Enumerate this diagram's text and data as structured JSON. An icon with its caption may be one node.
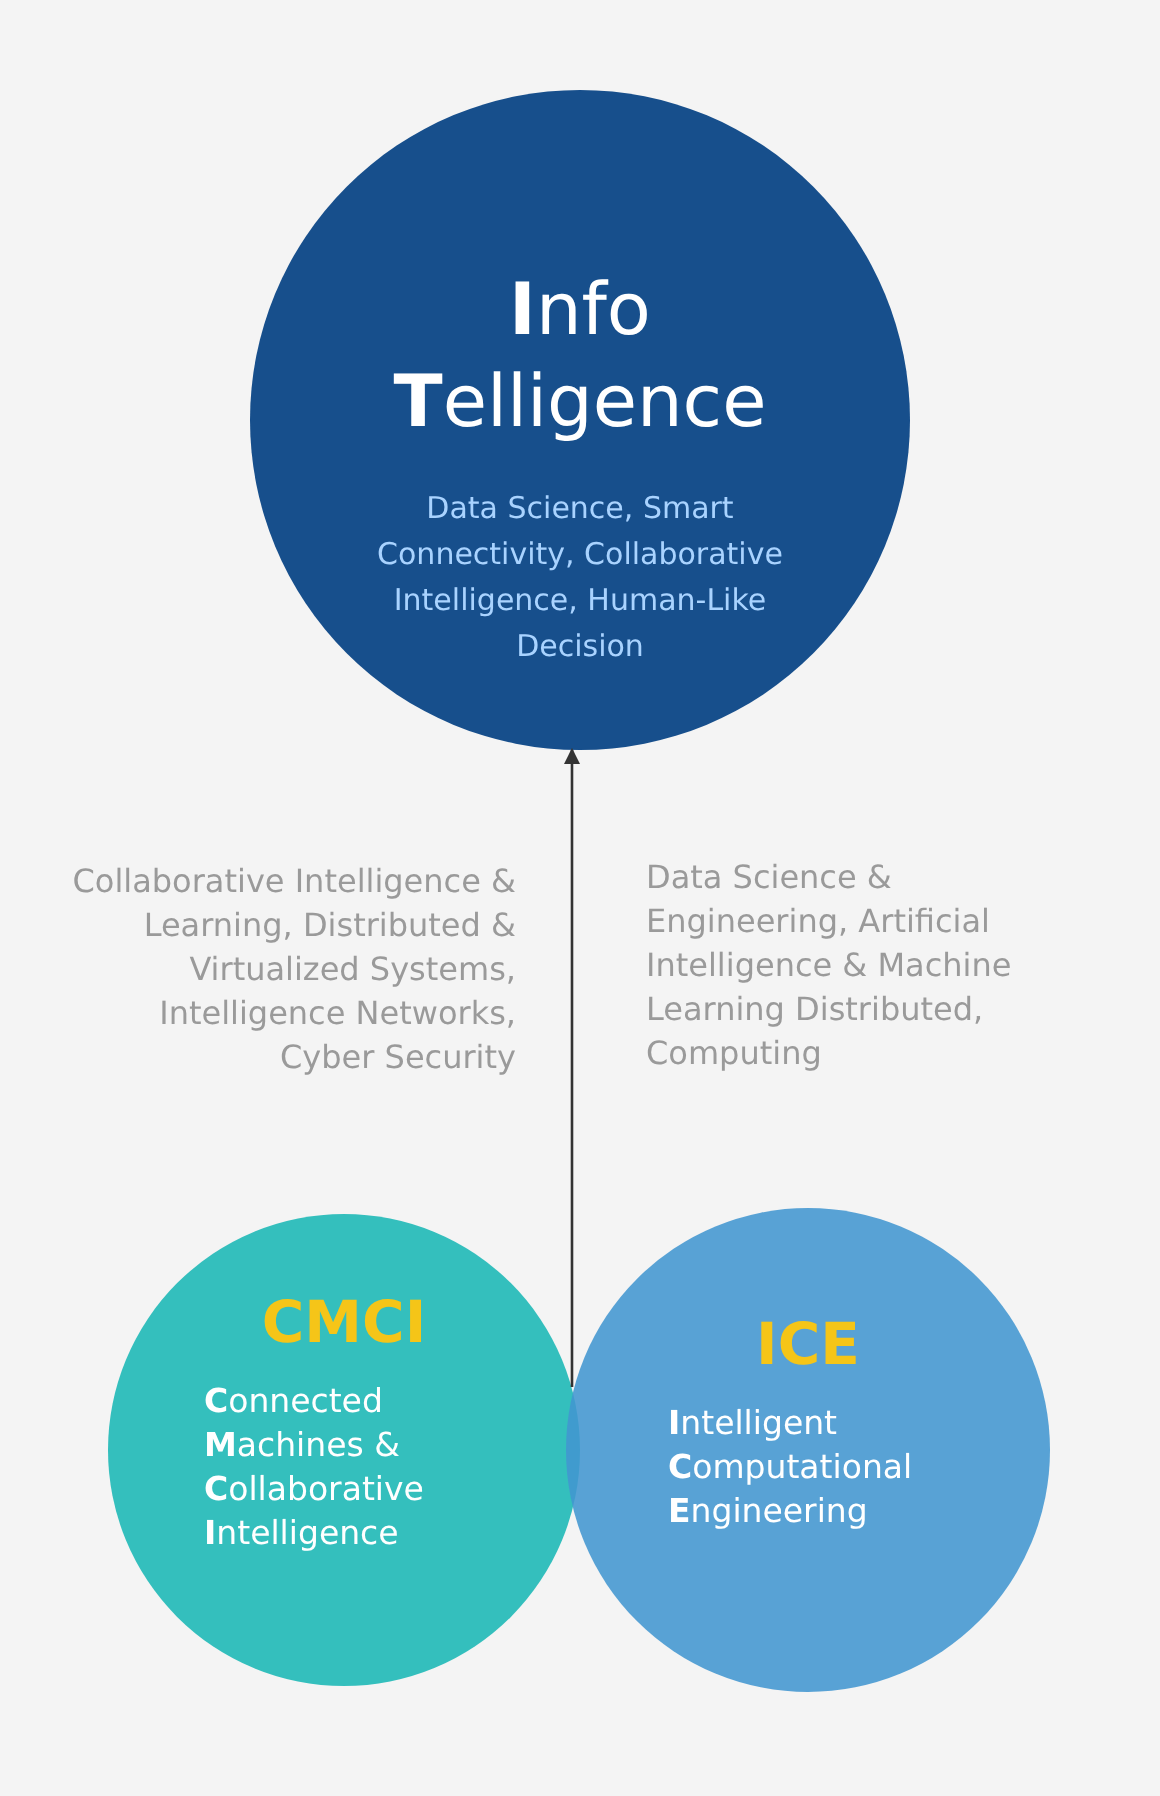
{
  "diagram": {
    "nodes": [
      {
        "text": [
          "**I**nfo **T**elligence",
          "Data Science, Smart Connectivity, Collaborative Intelligence, Human-Like Decision"
        ]
      },
      {
        "text": [
          "CMCI",
          "**C**onnected **M**achines & **C**ollaborative **I**ntelligence"
        ]
      },
      {
        "text": [
          "ICE",
          "**I**ntelligent **C**omputational **E**ngineering"
        ]
      }
    ],
    "edges": [
      {
        "from": 1,
        "to": 0,
        "arrow": "to"
      }
    ],
    "labels": [
      "Collaborative Intelligence & Learning, Distributed & Virtualized Systems, Intelligence Networks, Cyber Security",
      "Data Science & Engineering, Artificial Intelligence & Machine Learning Distributed, Computing"
    ]
  }
}
